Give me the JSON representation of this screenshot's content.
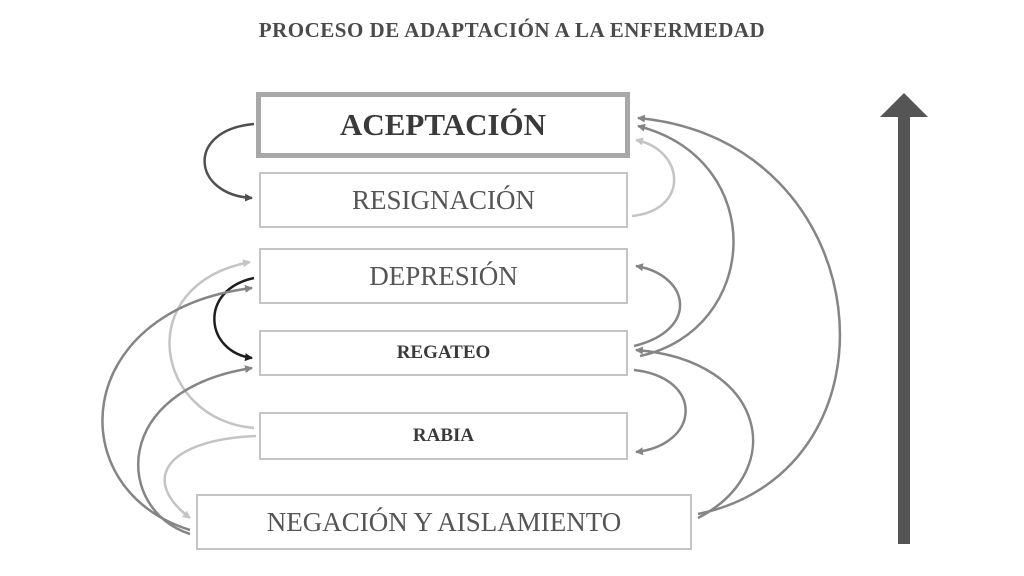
{
  "title": "PROCESO DE ADAPTACIÓN A LA ENFERMEDAD",
  "stages": {
    "aceptacion": "ACEPTACIÓN",
    "resignacion": "RESIGNACIÓN",
    "depresion": "DEPRESIÓN",
    "regateo": "REGATEO",
    "rabia": "RABIA",
    "negacion": "NEGACIÓN Y AISLAMIENTO"
  },
  "colors": {
    "dark": "#4f4f4f",
    "mid": "#858585",
    "light": "#c4c4c4",
    "black": "#1e1e1e"
  }
}
